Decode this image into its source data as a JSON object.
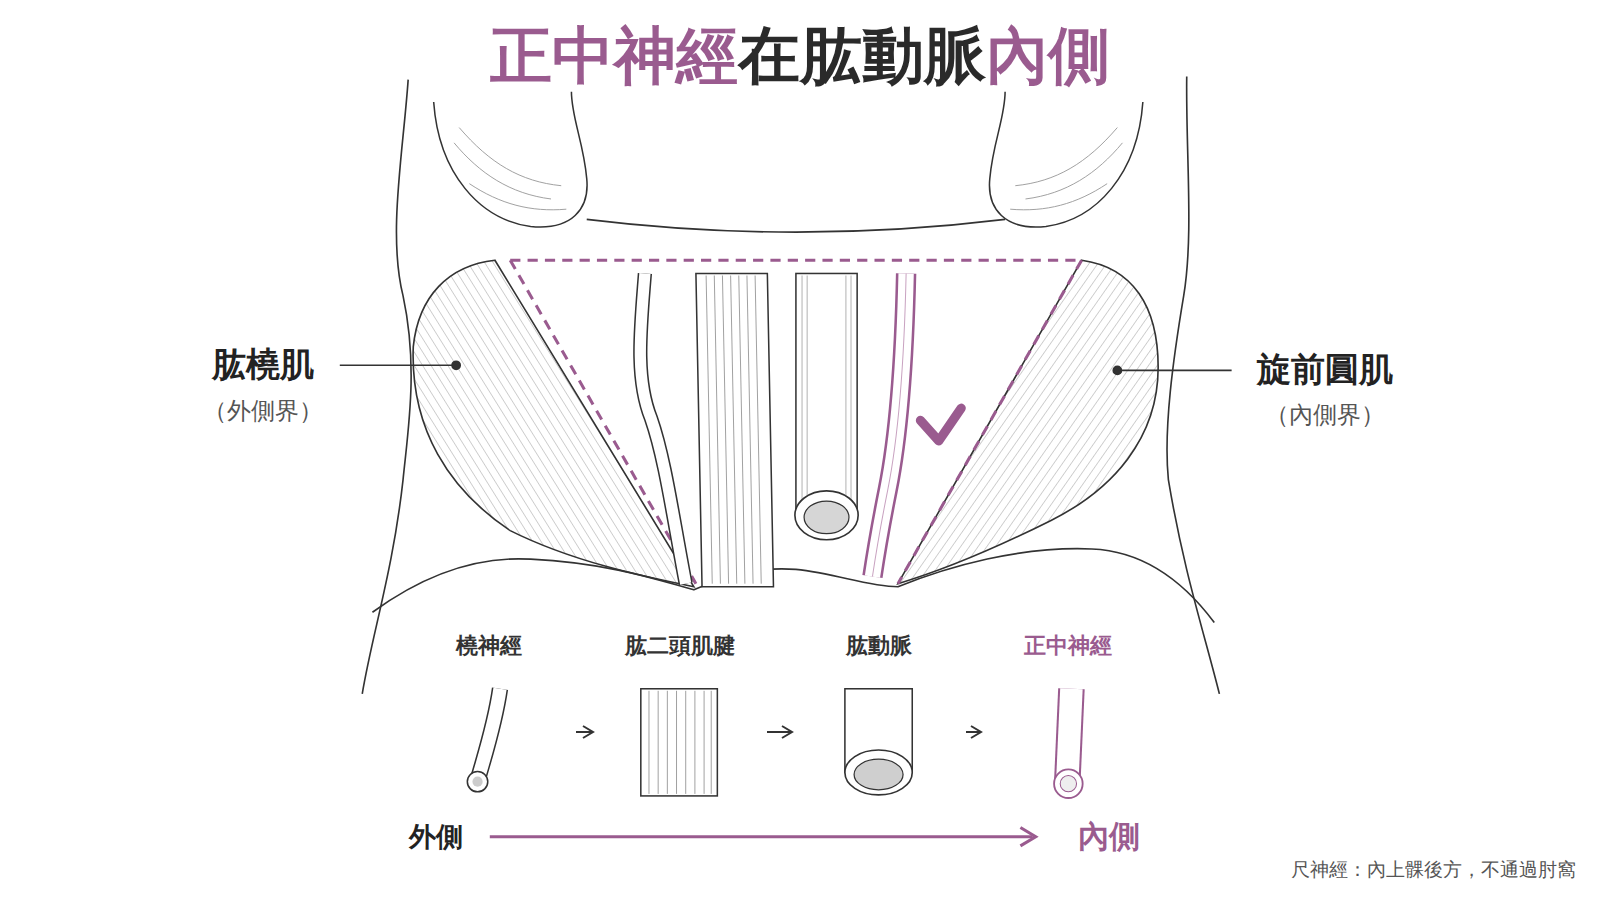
{
  "diagram": {
    "title": "正中神經在肱動脈內側",
    "nodes": [
      {
        "text": [
          "橈神經"
        ]
      },
      {
        "text": [
          "肱二頭肌腱"
        ]
      },
      {
        "text": [
          "肱動脈"
        ]
      },
      {
        "text": [
          "正中神經"
        ]
      }
    ],
    "edges": [
      {
        "from": 0,
        "to": 1,
        "arrow": "to"
      },
      {
        "from": 1,
        "to": 2,
        "arrow": "to"
      },
      {
        "from": 2,
        "to": 3,
        "arrow": "to"
      }
    ],
    "labels": [
      "肱橈肌",
      "（外側界）",
      "旋前圓肌",
      "（內側界）",
      "外側",
      "內側",
      "尺神經：內上髁後方，不通過肘窩"
    ]
  }
}
